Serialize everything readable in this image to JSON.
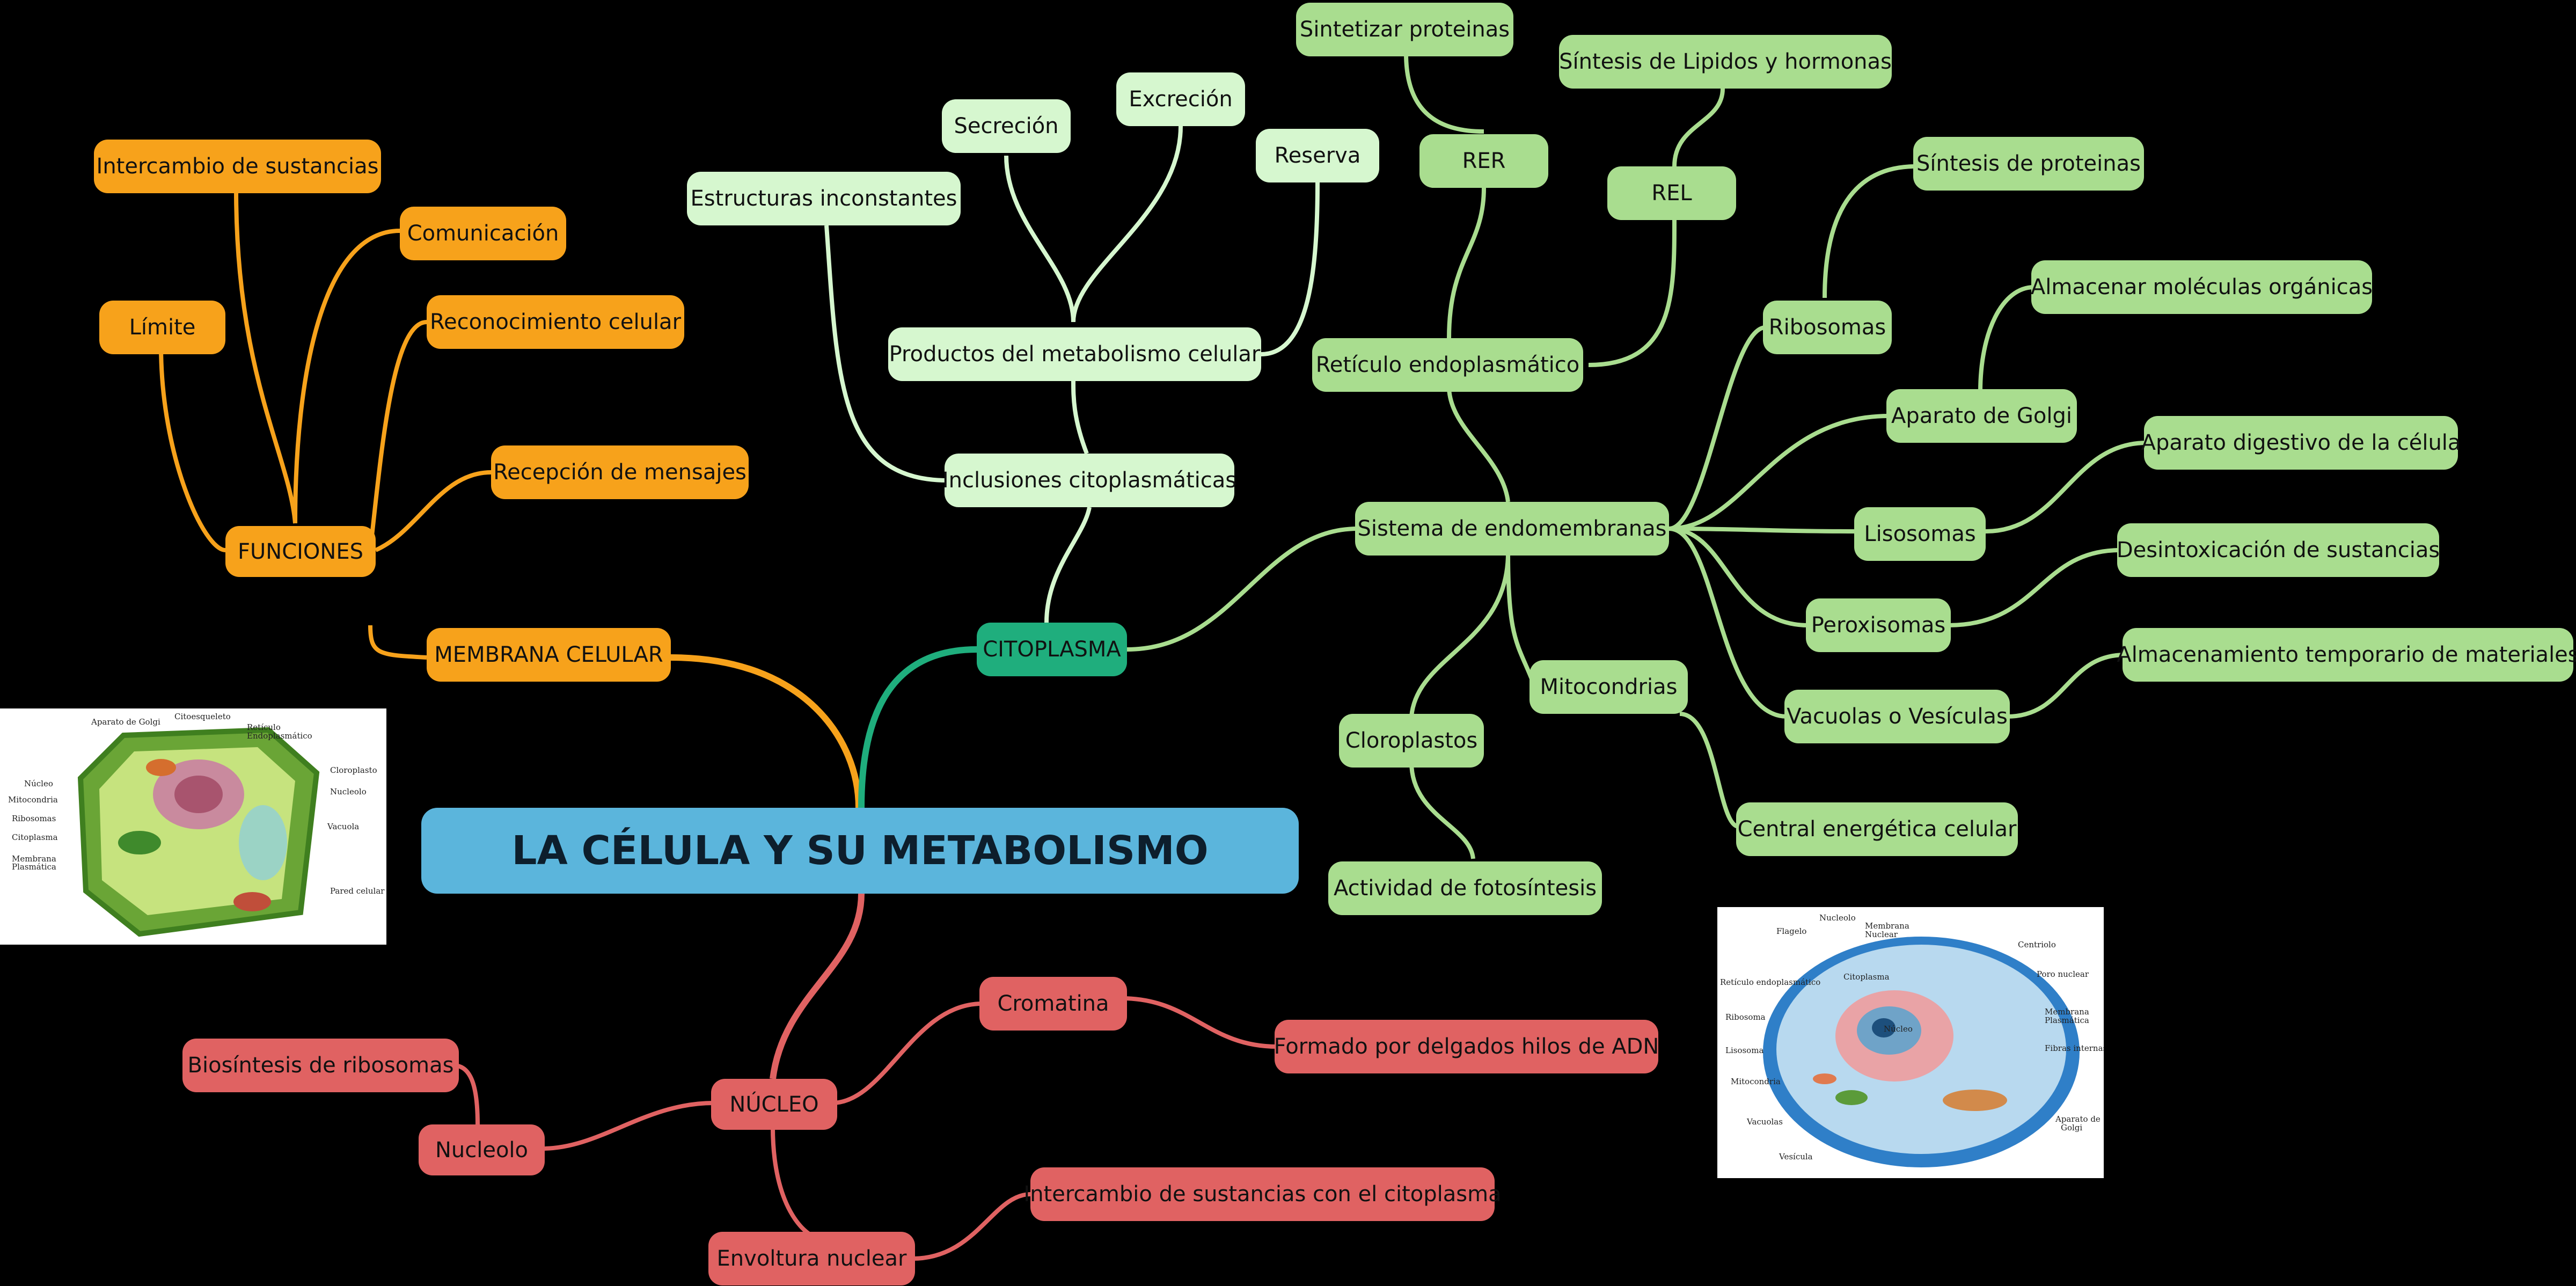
{
  "title": "LA CÉLULA Y SU METABOLISMO",
  "colors": {
    "membrana": "#f7a21b",
    "citoplasma_branch": "#a9dd8f",
    "inclusiones_branch": "#d6f7cf",
    "citoplasma_node": "#1fae7d",
    "nucleo": "#e06262",
    "root": "#5bb5dc"
  },
  "membrana": {
    "label": "MEMBRANA CELULAR",
    "funciones": "FUNCIONES",
    "items": [
      "Intercambio de sustancias",
      "Comunicación",
      "Límite",
      "Reconocimiento celular",
      "Recepción de mensajes"
    ]
  },
  "citoplasma": {
    "label": "CITOPLASMA",
    "inclusiones": "Inclusiones citoplasmáticas",
    "estructuras": "Estructuras inconstantes",
    "productos": "Productos del metabolismo celular",
    "secrecion": "Secreción",
    "excrecion": "Excreción",
    "reserva": "Reserva",
    "endomembranas": "Sistema de endomembranas",
    "reticulo": "Retículo endoplasmático",
    "rer": "RER",
    "rer_func": "Sintetizar proteinas",
    "rel": "REL",
    "rel_func": "Síntesis de Lipidos y hormonas",
    "ribosomas": "Ribosomas",
    "ribosomas_func": "Síntesis de proteinas",
    "golgi": "Aparato de Golgi",
    "golgi_func": "Almacenar moléculas orgánicas",
    "lisosomas": "Lisosomas",
    "lisosomas_func": "Aparato digestivo de la célula",
    "peroxisomas": "Peroxisomas",
    "peroxisomas_func": "Desintoxicación de sustancias",
    "vacuolas": "Vacuolas o Vesículas",
    "vacuolas_func": "Almacenamiento temporario de materiales",
    "mitocondrias": "Mitocondrias",
    "mitocondrias_func": "Central energética celular",
    "cloroplastos": "Cloroplastos",
    "cloroplastos_func": "Actividad de fotosíntesis"
  },
  "nucleo": {
    "label": "NÚCLEO",
    "cromatina": "Cromatina",
    "cromatina_func": "Formado por delgados hilos de ADN",
    "nucleolo": "Nucleolo",
    "nucleolo_func": "Biosíntesis de ribosomas",
    "envoltura": "Envoltura nuclear",
    "envoltura_func": "Intercambio de sustancias con el citoplasma"
  },
  "plant_cell_labels": [
    "Aparato de Golgi",
    "Citoesqueleto",
    "Retículo Endoplasmático",
    "Cloroplasto",
    "Núcleo",
    "Nucleolo",
    "Mitocondria",
    "Ribosomas",
    "Vacuola",
    "Citoplasma",
    "Membrana Plasmática",
    "Pared celular"
  ],
  "animal_cell_labels": [
    "Nucleolo",
    "Flagelo",
    "Membrana Nuclear",
    "Centriolo",
    "Poro nuclear",
    "Citoplasma",
    "Retículo endoplasmático",
    "Membrana Plasmática",
    "Ribosoma",
    "Fibras internas",
    "Lisosoma",
    "Núcleo",
    "Mitocondria",
    "Vacuolas",
    "Aparato de Golgi",
    "Vesícula"
  ]
}
